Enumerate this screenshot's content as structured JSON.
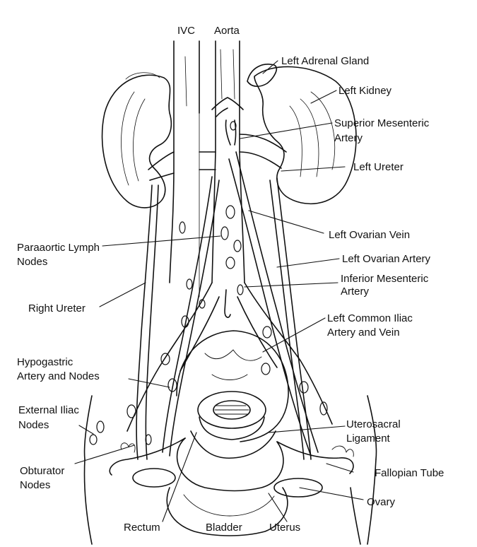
{
  "figure": {
    "background": "#ffffff",
    "ink": "#111111",
    "labels": {
      "ivc": "IVC",
      "aorta": "Aorta",
      "left_adrenal_gland": "Left Adrenal Gland",
      "left_kidney": "Left Kidney",
      "superior_mesenteric_artery_1": "Superior Mesenteric",
      "superior_mesenteric_artery_2": "Artery",
      "left_ureter": "Left Ureter",
      "left_ovarian_vein": "Left Ovarian Vein",
      "left_ovarian_artery": "Left Ovarian Artery",
      "inferior_mesenteric_artery_1": "Inferior Mesenteric",
      "inferior_mesenteric_artery_2": "Artery",
      "paraaortic_lymph_nodes_1": "Paraaortic Lymph",
      "paraaortic_lymph_nodes_2": "Nodes",
      "right_ureter": "Right Ureter",
      "left_common_iliac_1": "Left Common Iliac",
      "left_common_iliac_2": "Artery and Vein",
      "hypogastric_1": "Hypogastric",
      "hypogastric_2": "Artery and Nodes",
      "external_iliac_1": "External Iliac",
      "external_iliac_2": "Nodes",
      "uterosacral_1": "Uterosacral",
      "uterosacral_2": "Ligament",
      "obturator_1": "Obturator",
      "obturator_2": "Nodes",
      "fallopian_tube": "Fallopian Tube",
      "ovary": "Ovary",
      "rectum": "Rectum",
      "bladder": "Bladder",
      "uterus": "Uterus"
    }
  }
}
